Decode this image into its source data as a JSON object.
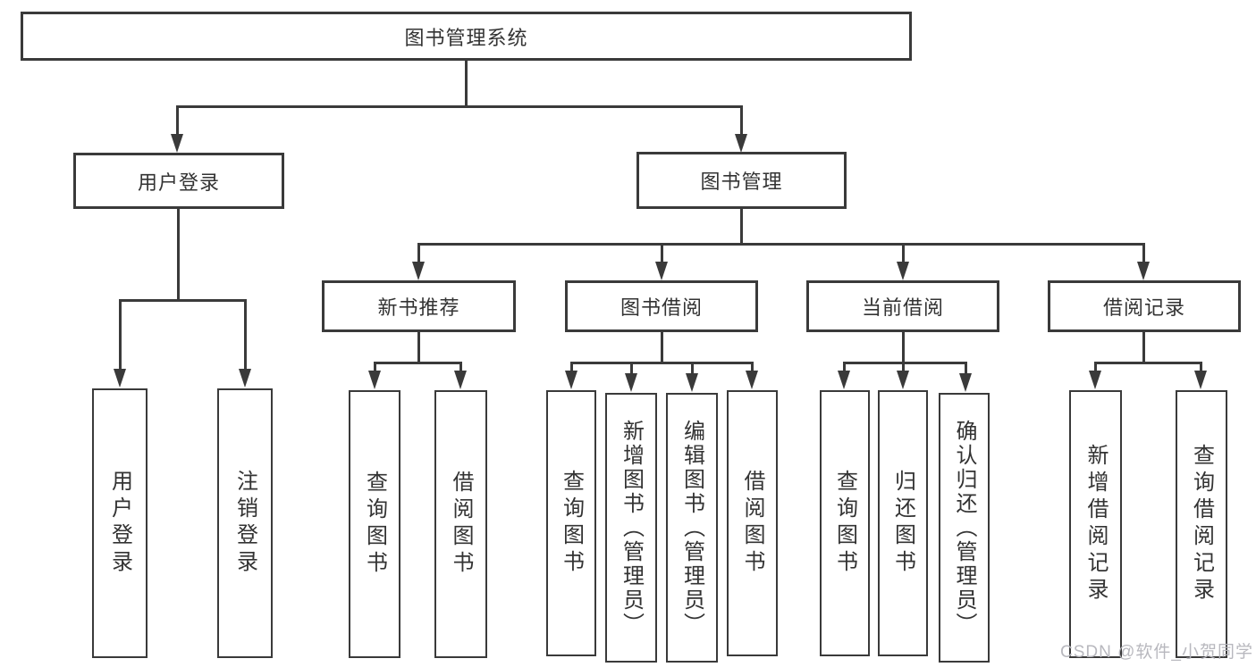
{
  "diagram": {
    "type": "tree-functional-structure",
    "title": "图书管理系统",
    "watermark": "CSDN @软件_小贺同学",
    "colors": {
      "line": "#3a3a3a",
      "text": "#333333",
      "background": "#ffffff",
      "watermark": "#b4b4ba"
    },
    "nodes": {
      "root": "图书管理系统",
      "user_login": "用户登录",
      "book_mgmt": "图书管理",
      "new_book_rec": "新书推荐",
      "book_borrow": "图书借阅",
      "current_borrow": "当前借阅",
      "borrow_record": "借阅记录",
      "leaf_user_login": "用户登录",
      "leaf_logout": "注销登录",
      "rec_query_books": "查询图书",
      "rec_borrow_books": "借阅图书",
      "bb_query_books": "查询图书",
      "bb_add_books": "新增图书（管理员）",
      "bb_edit_books": "编辑图书（管理员）",
      "bb_borrow_books": "借阅图书",
      "cb_query_books": "查询图书",
      "cb_return_books": "归还图书",
      "cb_confirm_return": "确认归还（管理员）",
      "br_add_record": "新增借阅记录",
      "br_query_record": "查询借阅记录"
    },
    "hierarchy": {
      "图书管理系统": {
        "用户登录": [
          "用户登录",
          "注销登录"
        ],
        "图书管理": {
          "新书推荐": [
            "查询图书",
            "借阅图书"
          ],
          "图书借阅": [
            "查询图书",
            "新增图书（管理员）",
            "编辑图书（管理员）",
            "借阅图书"
          ],
          "当前借阅": [
            "查询图书",
            "归还图书",
            "确认归还（管理员）"
          ],
          "借阅记录": [
            "新增借阅记录",
            "查询借阅记录"
          ]
        }
      }
    }
  }
}
